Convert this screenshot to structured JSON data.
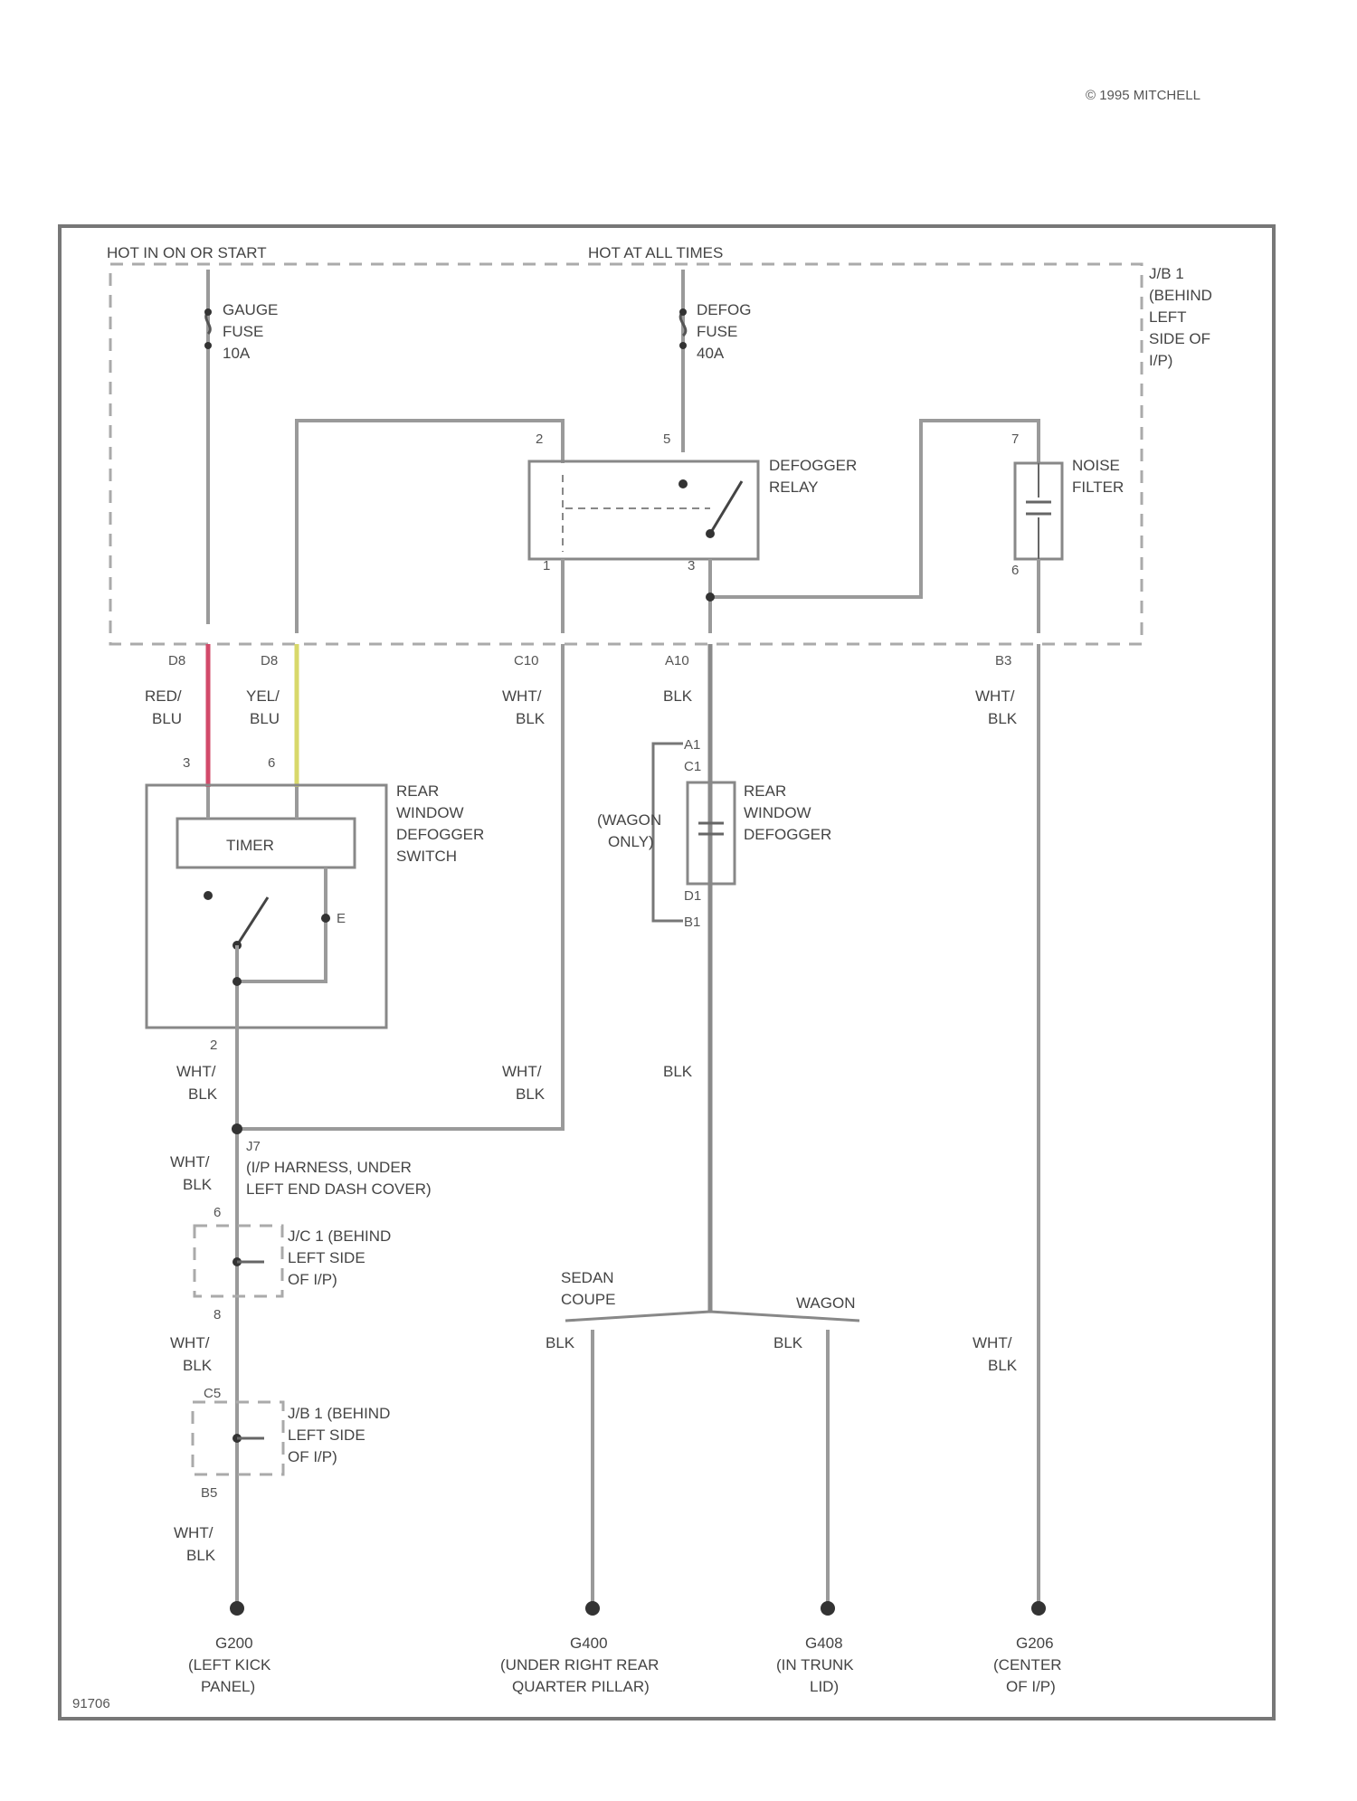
{
  "header": {
    "copyright": "© 1995 MITCHELL"
  },
  "supply": {
    "left": "HOT IN ON OR START",
    "center": "HOT AT ALL TIMES"
  },
  "fuse_block": [
    "J/B 1",
    "(BEHIND",
    "LEFT",
    "SIDE OF",
    "I/P)"
  ],
  "gauge_fuse": [
    "GAUGE",
    "FUSE",
    "10A"
  ],
  "defog_fuse": [
    "DEFOG",
    "FUSE",
    "40A"
  ],
  "relay": {
    "label": [
      "DEFOGGER",
      "RELAY"
    ],
    "pins": [
      "2",
      "5",
      "1",
      "3"
    ]
  },
  "noise_filter": {
    "label": [
      "NOISE",
      "FILTER"
    ],
    "pins": [
      "7",
      "6"
    ]
  },
  "connectors": {
    "d8a": "D8",
    "d8b": "D8",
    "c10": "C10",
    "a10": "A10",
    "b3": "B3"
  },
  "wires": {
    "red_blu": [
      "RED/",
      "BLU"
    ],
    "yel_blu": [
      "YEL/",
      "BLU"
    ],
    "wht_blk": [
      "WHT/",
      "BLK"
    ],
    "blk": "BLK"
  },
  "switch": {
    "label": [
      "REAR",
      "WINDOW",
      "DEFOGGER",
      "SWITCH"
    ],
    "timer": "TIMER",
    "pins": [
      "3",
      "6",
      "2",
      "E"
    ]
  },
  "defogger": {
    "label": [
      "REAR",
      "WINDOW",
      "DEFOGGER"
    ],
    "wagon_only": [
      "(WAGON",
      "ONLY)"
    ],
    "pins": [
      "A1",
      "C1",
      "D1",
      "B1"
    ]
  },
  "splice": {
    "pin": "J7",
    "label": [
      "(I/P HARNESS, UNDER",
      "LEFT END DASH COVER)"
    ]
  },
  "jc1": {
    "label": [
      "J/C 1 (BEHIND",
      "LEFT SIDE",
      "OF I/P)"
    ],
    "pins": [
      "6",
      "8"
    ]
  },
  "jb1": {
    "label": [
      "J/B 1 (BEHIND",
      "LEFT SIDE",
      "OF I/P)"
    ],
    "pins": [
      "C5",
      "B5"
    ]
  },
  "branch": {
    "sedan": [
      "SEDAN",
      "COUPE"
    ],
    "wagon": "WAGON"
  },
  "grounds": [
    {
      "id": "G200",
      "desc": [
        "(LEFT KICK",
        "PANEL)"
      ]
    },
    {
      "id": "G400",
      "desc": [
        "(UNDER RIGHT REAR",
        "QUARTER PILLAR)"
      ]
    },
    {
      "id": "G408",
      "desc": [
        "(IN TRUNK",
        "LID)"
      ]
    },
    {
      "id": "G206",
      "desc": [
        "(CENTER",
        "OF I/P)"
      ]
    }
  ],
  "figure_id": "91706"
}
